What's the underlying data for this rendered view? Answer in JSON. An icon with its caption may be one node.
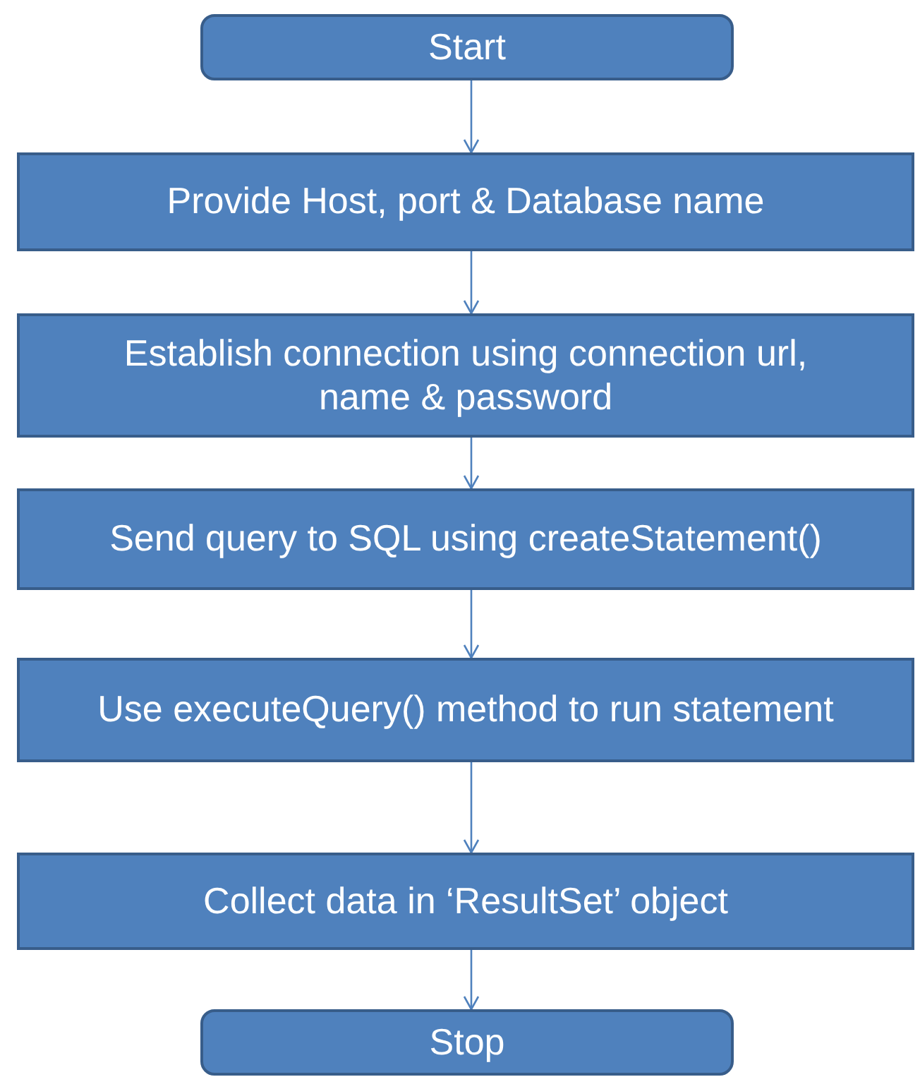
{
  "diagram": {
    "nodes": [
      {
        "text": [
          "Start"
        ]
      },
      {
        "text": [
          "Provide Host, port & Database name"
        ]
      },
      {
        "text": [
          "Establish connection using connection url, name & password"
        ]
      },
      {
        "text": [
          "Send query to SQL using createStatement()"
        ]
      },
      {
        "text": [
          "Use executeQuery() method to run statement"
        ]
      },
      {
        "text": [
          "Collect data in ‘ResultSet’ object"
        ]
      },
      {
        "text": [
          "Stop"
        ]
      }
    ],
    "edges": [
      {
        "from": 0,
        "to": 1,
        "arrow": "to"
      },
      {
        "from": 1,
        "to": 2,
        "arrow": "to"
      },
      {
        "from": 2,
        "to": 3,
        "arrow": "to"
      },
      {
        "from": 3,
        "to": 4,
        "arrow": "to"
      },
      {
        "from": 4,
        "to": 5,
        "arrow": "to"
      },
      {
        "from": 5,
        "to": 6,
        "arrow": "to"
      }
    ]
  }
}
